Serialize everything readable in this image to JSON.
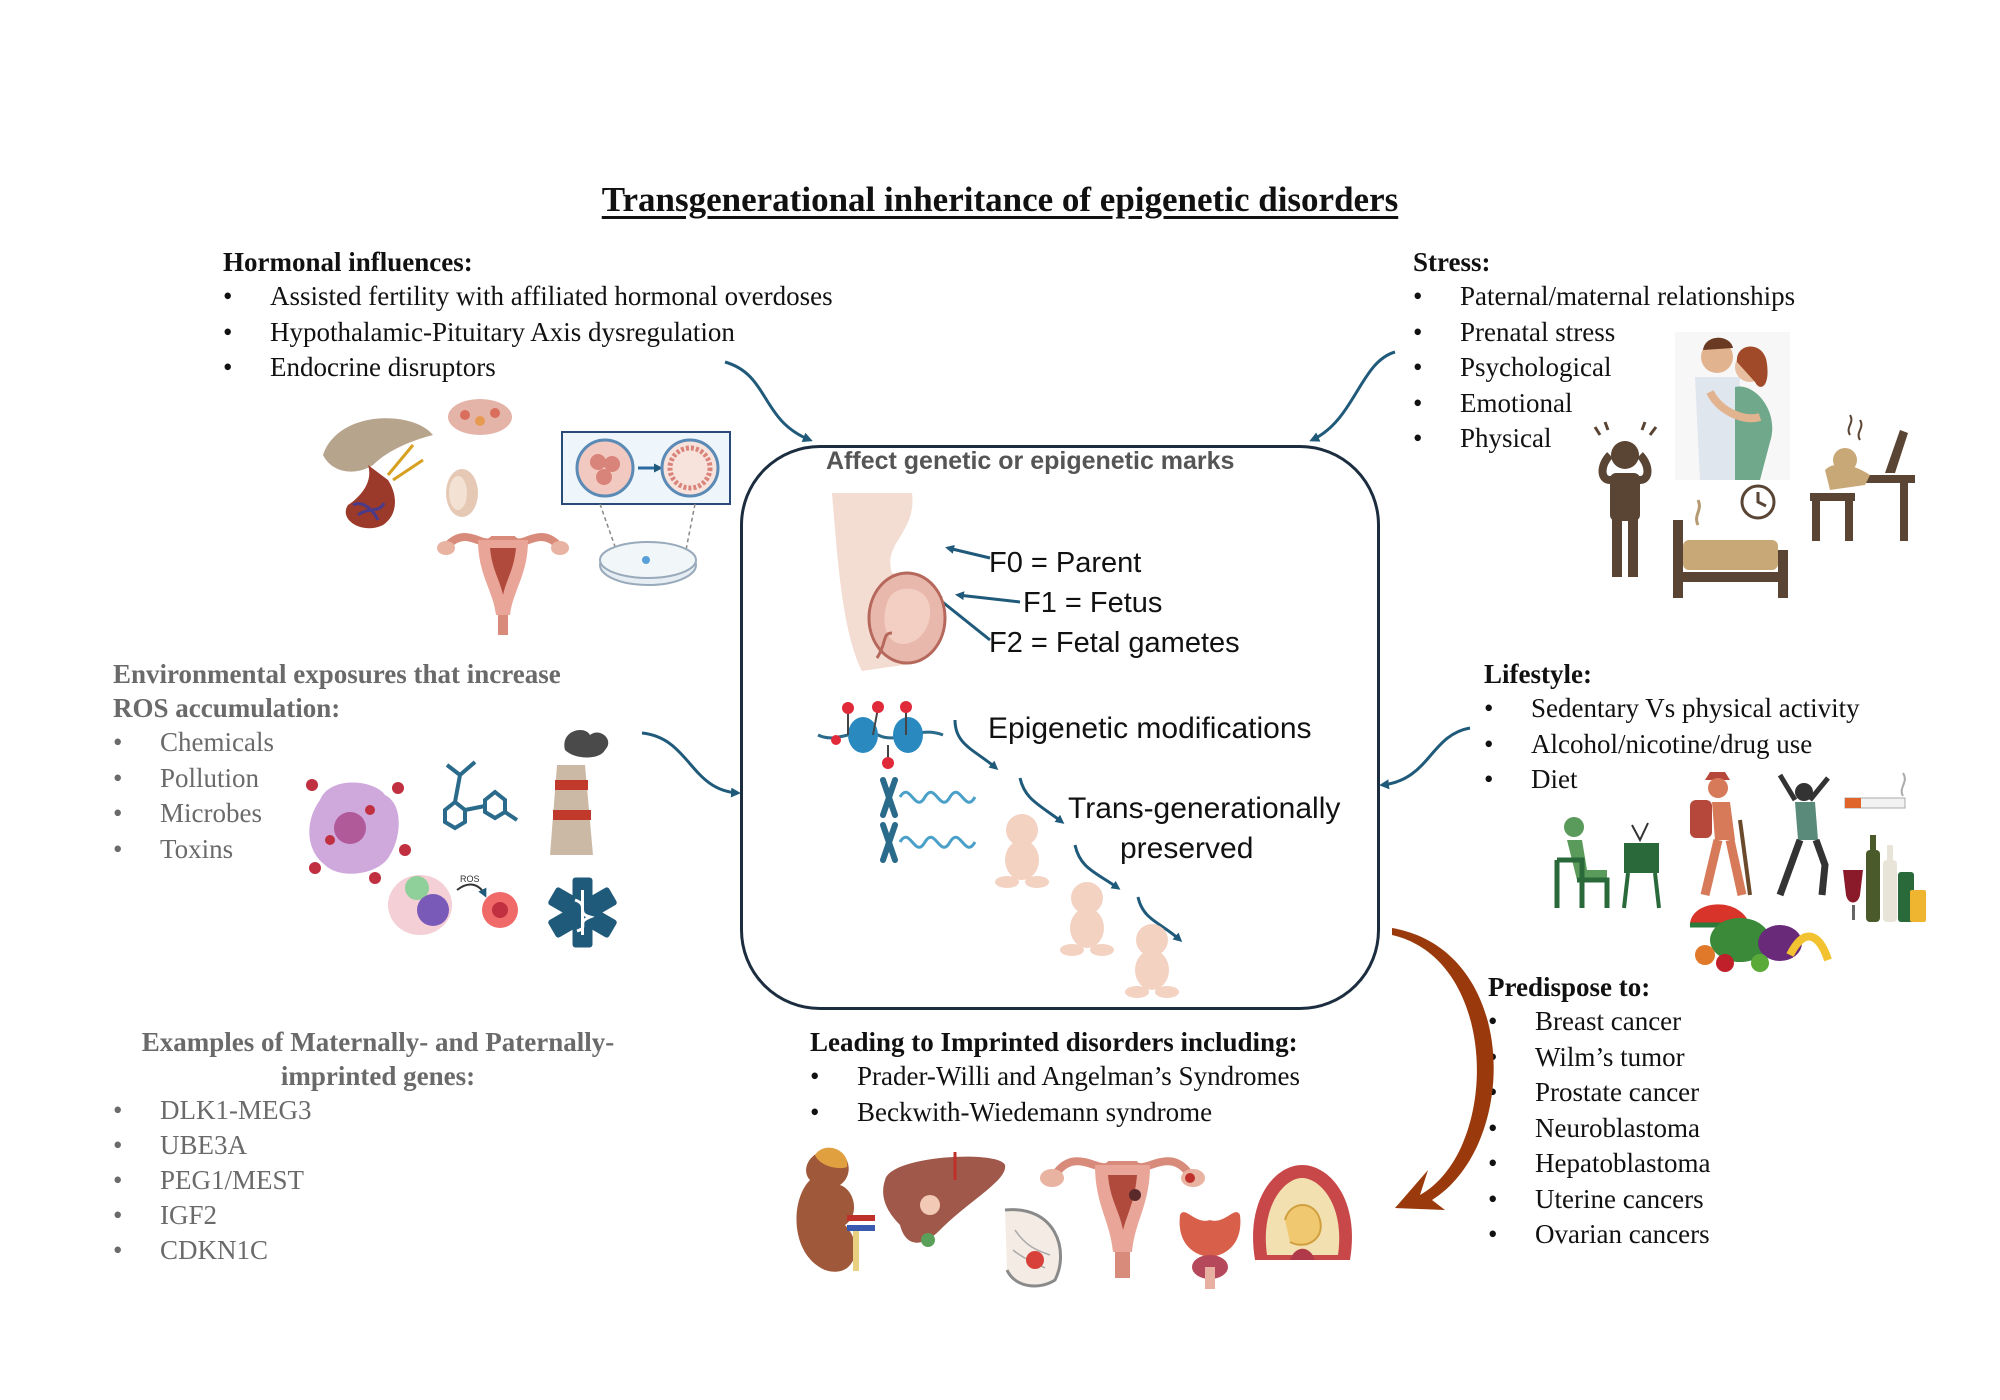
{
  "title": "Transgenerational inheritance of epigenetic disorders",
  "hormonal": {
    "heading": "Hormonal influences:",
    "items": [
      "Assisted fertility with affiliated hormonal overdoses",
      "Hypothalamic-Pituitary Axis dysregulation",
      "Endocrine disruptors"
    ]
  },
  "stress": {
    "heading": "Stress:",
    "items": [
      "Paternal/maternal relationships",
      "Prenatal stress",
      "Psychological",
      "Emotional",
      "Physical"
    ]
  },
  "environmental": {
    "heading_line1": "Environmental exposures that increase",
    "heading_line2": "ROS accumulation:",
    "items": [
      "Chemicals",
      "Pollution",
      "Microbes",
      "Toxins"
    ],
    "ros_label": "ROS"
  },
  "lifestyle": {
    "heading": "Lifestyle:",
    "items": [
      "Sedentary Vs physical activity",
      "Alcohol/nicotine/drug use",
      "Diet"
    ]
  },
  "center": {
    "title": "Affect genetic or epigenetic marks",
    "generations": [
      "F0 = Parent",
      "F1 = Fetus",
      "F2 = Fetal gametes"
    ],
    "epigenetic": "Epigenetic modifications",
    "preserved_line1": "Trans-generationally",
    "preserved_line2": "preserved"
  },
  "imprinted_genes": {
    "heading_line1": "Examples of Maternally- and Paternally-",
    "heading_line2": "imprinted genes:",
    "items": [
      "DLK1-MEG3",
      "UBE3A",
      "PEG1/MEST",
      "IGF2",
      "CDKN1C"
    ]
  },
  "imprinted_disorders": {
    "heading": "Leading to Imprinted disorders including:",
    "items": [
      "Prader-Willi and Angelman’s Syndromes",
      "Beckwith-Wiedemann syndrome"
    ]
  },
  "predispose": {
    "heading": "Predispose to:",
    "items": [
      "Breast cancer",
      "Wilm’s tumor",
      "Prostate cancer",
      "Neuroblastoma",
      "Hepatoblastoma",
      "Uterine cancers",
      "Ovarian cancers"
    ]
  },
  "colors": {
    "arrow_blue": "#1f5a7a",
    "arrow_brown": "#9a3a0c",
    "box_border": "#1c2d40",
    "heading_grey": "#6a6a6a"
  },
  "icons": [
    "pituitary-icon",
    "ovary-icon",
    "testis-icon",
    "uterus-icon",
    "ivf-dish-icon",
    "stressed-person-icon",
    "couple-icon",
    "worker-desk-icon",
    "sleepless-bed-icon",
    "damaged-cell-icon",
    "molecule-icon",
    "factory-smoke-icon",
    "ros-cells-icon",
    "medical-star-icon",
    "pregnant-belly-icon",
    "nucleosome-icon",
    "dna-chromosome-icon",
    "baby-icon",
    "sitting-tv-icon",
    "hiker-icon",
    "exercise-icon",
    "cigarette-icon",
    "alcohol-bottles-icon",
    "food-pile-icon",
    "kidney-icon",
    "liver-icon",
    "breast-icon",
    "uterus-tumor-icon",
    "prostate-icon",
    "brain-section-icon"
  ]
}
